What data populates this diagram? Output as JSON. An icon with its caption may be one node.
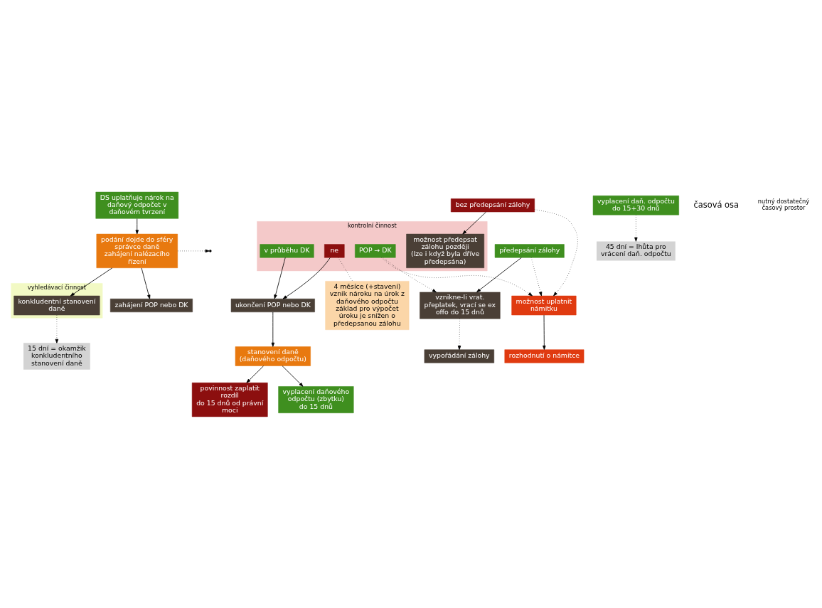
{
  "diagram": {
    "nodes": [
      {
        "text": [
          "DS uplatňuje nárok na daňový odpočet v daňovém tvrzení"
        ]
      },
      {
        "text": [
          "podání dojde do sféry správce daně",
          "zahájení nalézacího řízení"
        ]
      },
      {
        "text": [
          "vyhledávací činnost"
        ]
      },
      {
        "text": [
          "konkludentní stanovení daně"
        ],
        "in": 2
      },
      {
        "text": [
          "zahájení POP nebo DK"
        ]
      },
      {
        "text": [
          "předepsání zálohy"
        ]
      },
      {
        "text": [
          "bez předepsání zálohy"
        ]
      },
      {
        "text": [
          "vyplacení daň. odpočtu",
          "do 15+30 dnů"
        ]
      },
      {
        "text": [
          "kontrolní činnost"
        ]
      },
      {
        "text": [
          "možnost předepsat zálohu později",
          "(lze i když byla dříve předepsána)"
        ],
        "in": 8
      },
      {
        "text": [
          "POP → DK"
        ],
        "in": 8
      },
      {
        "text": [
          "v průběhu DK"
        ],
        "in": 8
      },
      {
        "text": [
          "ne"
        ],
        "in": 8
      },
      {
        "text": [
          "vznikne-li vrat. přeplatek, vrací se ex offo do 15 dnů"
        ]
      },
      {
        "text": [
          "možnost uplatnit námitku"
        ]
      },
      {
        "text": [
          "rozhodnutí o námitce"
        ]
      },
      {
        "text": [
          "ukončení POP nebo DK"
        ]
      },
      {
        "text": [
          "vypořádání zálohy"
        ]
      },
      {
        "text": [
          "stanovení daně (daňového odpočtu)"
        ]
      },
      {
        "text": [
          "povinnost zaplatit rozdíl",
          "do 15 dnů od právní moci"
        ]
      },
      {
        "text": [
          "vyplacení daňového odpočtu (zbytku)",
          "do 15 dnů"
        ]
      },
      {
        "text": [
          "15 dní = okamžik konkludentního stanovení daně"
        ]
      },
      {
        "text": [
          "45 dní = lhůta pro vrácení daň. odpočtu"
        ]
      },
      {
        "text": [
          "4 měsíce (+stavení)",
          "vznik nároku na úrok z daňového odpočtu",
          "základ pro výpočet úroku je snížen o předepsanou zálohu"
        ]
      }
    ],
    "edges": [
      {
        "from": 0,
        "to": 1,
        "arrow": "to"
      },
      {
        "from": 1,
        "to": 4,
        "arrow": "to"
      },
      {
        "from": 1,
        "to": 3,
        "arrow": "to"
      },
      {
        "from": 1,
        "to": null,
        "arrow": "to",
        "style": "dashed"
      },
      {
        "from": 5,
        "to": 13,
        "arrow": "to"
      },
      {
        "from": 5,
        "to": 14,
        "arrow": "to",
        "style": "dashed"
      },
      {
        "from": 6,
        "to": 14,
        "arrow": "to",
        "style": "dashed"
      },
      {
        "from": 6,
        "to": 9,
        "arrow": "to"
      },
      {
        "from": 10,
        "to": 13,
        "arrow": "to",
        "style": "dashed"
      },
      {
        "from": 10,
        "to": 14,
        "arrow": "to",
        "style": "dashed"
      },
      {
        "from": 14,
        "to": 15,
        "arrow": "to"
      },
      {
        "from": 11,
        "to": 16,
        "arrow": "to"
      },
      {
        "from": 12,
        "to": 16,
        "arrow": "to"
      },
      {
        "from": 16,
        "to": 18,
        "arrow": "to"
      },
      {
        "from": 13,
        "to": 17,
        "arrow": "to",
        "style": "dashed"
      },
      {
        "from": 18,
        "to": 19,
        "arrow": "to"
      },
      {
        "from": 18,
        "to": 20,
        "arrow": "to"
      },
      {
        "from": 3,
        "to": 21,
        "arrow": "to",
        "style": "dashed"
      },
      {
        "from": 7,
        "to": 22,
        "arrow": "to",
        "style": "dashed"
      },
      {
        "from": 12,
        "to": 23,
        "arrow": "none",
        "style": "dashed"
      }
    ],
    "labels": [
      "časová osa",
      "nutný dostatečný časový prostor"
    ]
  }
}
